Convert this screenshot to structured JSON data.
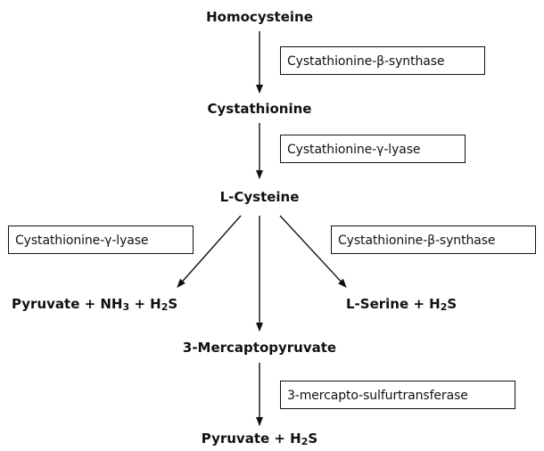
{
  "metabolites": {
    "homocysteine": "Homocysteine",
    "cystathionine": "Cystathionine",
    "l_cysteine": "L-Cysteine",
    "pyruvate_nh3_h2s": {
      "a": "Pyruvate + NH",
      "sub1": "3",
      "b": " + H",
      "sub2": "2",
      "c": "S"
    },
    "l_serine_h2s": {
      "a": "L-Serine + H",
      "sub1": "2",
      "b": "S"
    },
    "mercaptopyruvate": "3-Mercaptopyruvate",
    "pyruvate_h2s": {
      "a": "Pyruvate + H",
      "sub1": "2",
      "b": "S"
    }
  },
  "enzymes": {
    "cbs_top": "Cystathionine-β-synthase",
    "cgl_mid": "Cystathionine-γ-lyase",
    "cgl_left": "Cystathionine-γ-lyase",
    "cbs_right": "Cystathionine-β-synthase",
    "mst_bottom": "3-mercapto-sulfurtransferase"
  },
  "colors": {
    "ink": "#111111",
    "background": "#ffffff"
  }
}
